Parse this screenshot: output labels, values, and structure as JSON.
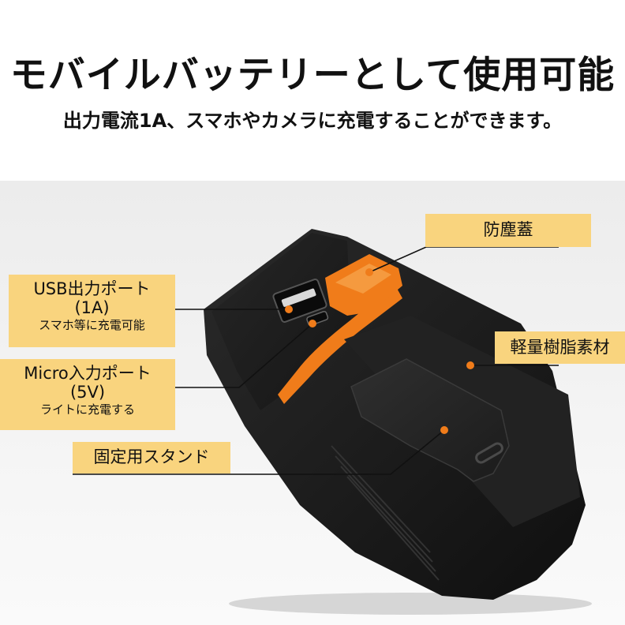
{
  "header": {
    "title": "モバイルバッテリーとして使用可能",
    "subtitle": "出力電流1A、スマホやカメラに充電することができます。"
  },
  "callouts": {
    "dust_cap": "防塵蓋",
    "usb_port": {
      "line1": "USB出力ポート",
      "line2": "(1A)",
      "note": "スマホ等に充電可能"
    },
    "micro_port": {
      "line1": "Micro入力ポート",
      "line2": "(5V)",
      "note": "ライトに充電する"
    },
    "material": "軽量樹脂素材",
    "stand": "固定用スタンド"
  },
  "colors": {
    "accent_orange": "#f07c1a",
    "label_bg": "#f9d47e",
    "device_body": "#1b1b1b"
  }
}
